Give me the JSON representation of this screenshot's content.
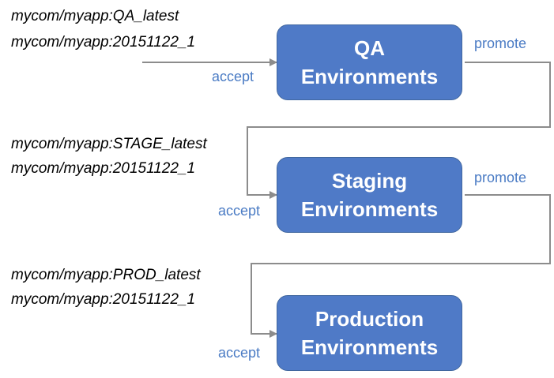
{
  "stages": [
    {
      "tags": [
        "mycom/myapp:QA_latest",
        "mycom/myapp:20151122_1"
      ],
      "title_line1": "QA",
      "title_line2": "Environments",
      "accept_label": "accept",
      "promote_label": "promote"
    },
    {
      "tags": [
        "mycom/myapp:STAGE_latest",
        "mycom/myapp:20151122_1"
      ],
      "title_line1": "Staging",
      "title_line2": "Environments",
      "accept_label": "accept",
      "promote_label": "promote"
    },
    {
      "tags": [
        "mycom/myapp:PROD_latest",
        "mycom/myapp:20151122_1"
      ],
      "title_line1": "Production",
      "title_line2": "Environments",
      "accept_label": "accept"
    }
  ],
  "colors": {
    "box_fill": "#4f7ac7",
    "box_text": "#ffffff",
    "label_text": "#4a7bc4",
    "arrow": "#8c8c8c"
  }
}
